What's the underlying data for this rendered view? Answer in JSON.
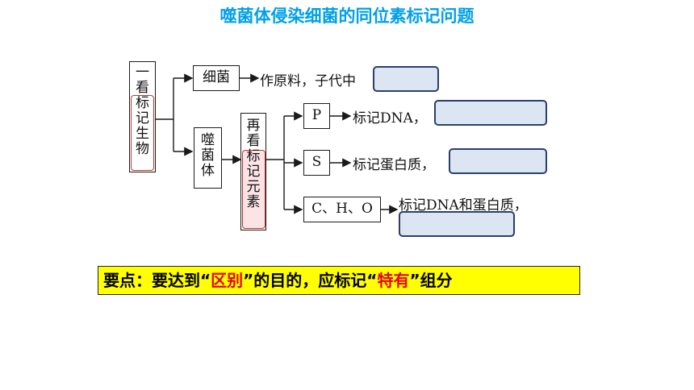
{
  "title": "噬菌体侵染细菌的同位素标记问题",
  "box_look_organism": [
    "一",
    "看",
    "标",
    "记",
    "生",
    "物"
  ],
  "box_bacteria": "细菌",
  "label_bacteria": "作原料，子代中",
  "box_phage": [
    "噬",
    "菌",
    "体"
  ],
  "box_look_element": [
    "再",
    "看",
    "标",
    "记",
    "元",
    "素"
  ],
  "box_p": "P",
  "label_p": "标记DNA，",
  "box_s": "S",
  "label_s": "标记蛋白质，",
  "box_cho": "C、H、O",
  "label_cho": "标记DNA和蛋白质，",
  "keypoint": {
    "part1": "要点：要达到“",
    "red1": "区别",
    "part2": "”的目的，应标记“",
    "red2": "特有",
    "part3": "”组分"
  }
}
